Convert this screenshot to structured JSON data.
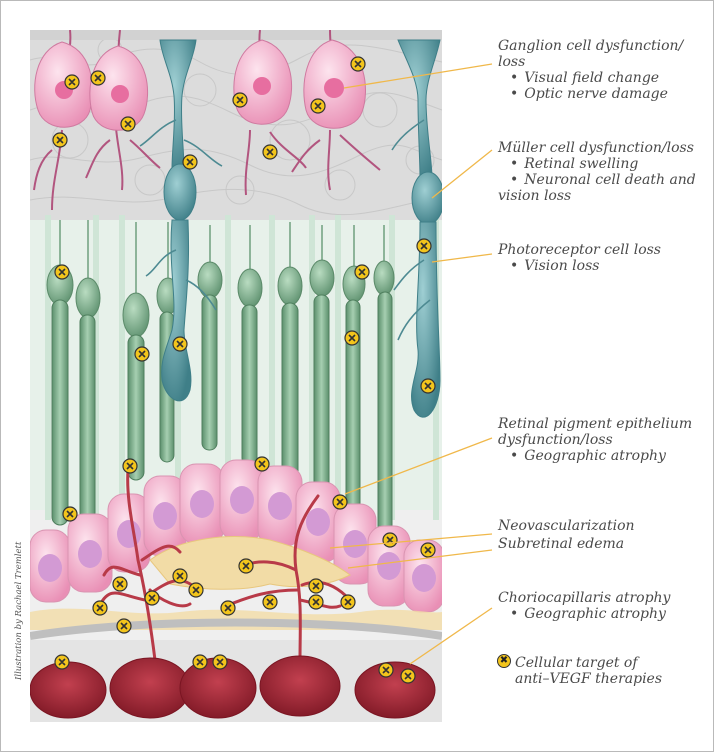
{
  "labels": {
    "ganglion": {
      "head": "Ganglion cell dysfunction/",
      "head2": "loss",
      "bullets": [
        "Visual field change",
        "Optic nerve damage"
      ]
    },
    "muller": {
      "head": "Müller cell dysfunction/loss",
      "bullets": [
        "Retinal swelling",
        "Neuronal cell death and"
      ],
      "tail": "vision loss"
    },
    "photoreceptor": {
      "head": "Photoreceptor cell loss",
      "bullets": [
        "Vision loss"
      ]
    },
    "rpe": {
      "head": "Retinal pigment epithelium",
      "head2": "dysfunction/loss",
      "bullets": [
        "Geographic atrophy"
      ]
    },
    "neovascularization": {
      "head": "Neovascularization"
    },
    "edema": {
      "head": "Subretinal edema"
    },
    "choriocapillaris": {
      "head": "Choriocapillaris atrophy",
      "bullets": [
        "Geographic atrophy"
      ]
    },
    "legend": {
      "line1": "Cellular target of",
      "line2": "anti–VEGF therapies",
      "marker": "✖"
    }
  },
  "credit": "Illustration by Rachael Tremlett",
  "colors": {
    "ganglion": "#f2b8cf",
    "muller": "#5f9ea5",
    "photoreceptor": "#7fae8c",
    "rpe": "#f6d0dd",
    "vessel": "#b83a48",
    "edema": "#f2dca6",
    "marker": "#f3c51c",
    "callout": "#f0b84a"
  }
}
